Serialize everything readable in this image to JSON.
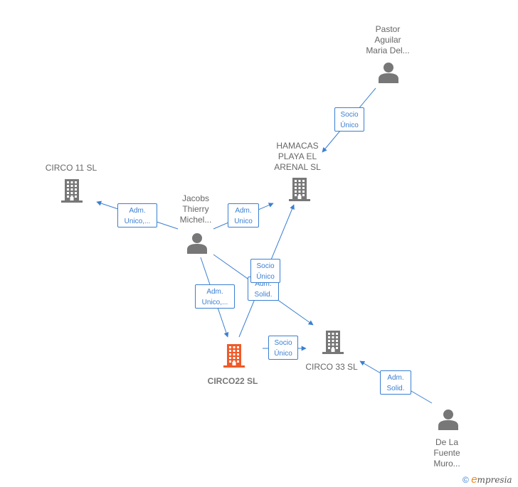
{
  "colors": {
    "edge": "#3a7fd1",
    "node_gray": "#777777",
    "node_focus": "#f05a28"
  },
  "nodes": [
    {
      "id": "pastor",
      "kind": "person",
      "label": "Pastor\nAguilar\nMaria Del..."
    },
    {
      "id": "hamacas",
      "kind": "company",
      "label": "HAMACAS\nPLAYA EL\nARENAL  SL"
    },
    {
      "id": "circo11",
      "kind": "company",
      "label": "CIRCO 11 SL"
    },
    {
      "id": "jacobs",
      "kind": "person",
      "label": "Jacobs\nThierry\nMichel..."
    },
    {
      "id": "circo22",
      "kind": "company",
      "label": "CIRCO22  SL",
      "focus": true
    },
    {
      "id": "circo33",
      "kind": "company",
      "label": "CIRCO 33  SL"
    },
    {
      "id": "delafuente",
      "kind": "person",
      "label": "De La\nFuente\nMuro..."
    }
  ],
  "edges": [
    {
      "from": "pastor",
      "to": "hamacas",
      "label": "Socio\nÚnico"
    },
    {
      "from": "jacobs",
      "to": "circo11",
      "label": "Adm.\nUnico,..."
    },
    {
      "from": "jacobs",
      "to": "hamacas",
      "label": "Adm.\nUnico"
    },
    {
      "from": "jacobs",
      "to": "circo22",
      "label": "Adm.\nUnico,..."
    },
    {
      "from": "jacobs",
      "to": "circo33",
      "label": "Adm.\nSolid."
    },
    {
      "from": "circo22",
      "to": "hamacas",
      "label": "Socio\nÚnico"
    },
    {
      "from": "circo22",
      "to": "circo33",
      "label": "Socio\nÚnico"
    },
    {
      "from": "delafuente",
      "to": "circo33",
      "label": "Adm.\nSolid."
    }
  ],
  "footer": {
    "copyright": "©",
    "brand_e": "e",
    "brand_rest": "mpresia"
  }
}
